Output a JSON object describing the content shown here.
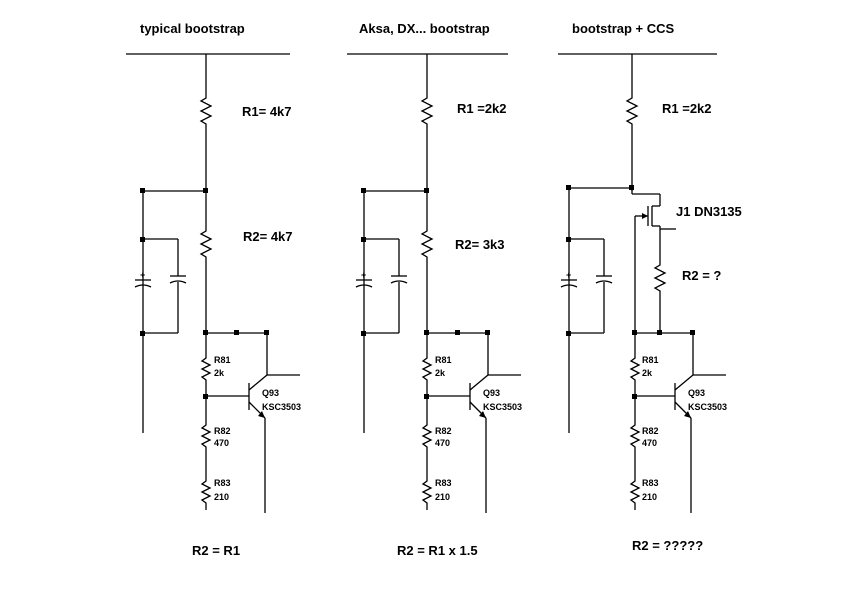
{
  "circuits": [
    {
      "title": "typical bootstrap",
      "r1_label": "R1= 4k7",
      "r2_label": "R2= 4k7",
      "r81": "R81",
      "r81_val": "2k",
      "q": "Q93",
      "q_type": "KSC3503",
      "r82": "R82",
      "r82_val": "470",
      "r83": "R83",
      "r83_val": "210",
      "formula": "R2 = R1"
    },
    {
      "title": "Aksa, DX... bootstrap",
      "r1_label": "R1 =2k2",
      "r2_label": "R2= 3k3",
      "r81": "R81",
      "r81_val": "2k",
      "q": "Q93",
      "q_type": "KSC3503",
      "r82": "R82",
      "r82_val": "470",
      "r83": "R83",
      "r83_val": "210",
      "formula": "R2 = R1 x 1.5"
    },
    {
      "title": "bootstrap + CCS",
      "r1_label": "R1 =2k2",
      "j1_label": "J1 DN3135",
      "r2_label": "R2 = ?",
      "r81": "R81",
      "r81_val": "2k",
      "q": "Q93",
      "q_type": "KSC3503",
      "r82": "R82",
      "r82_val": "470",
      "r83": "R83",
      "r83_val": "210",
      "formula": "R2 = ?????"
    }
  ]
}
